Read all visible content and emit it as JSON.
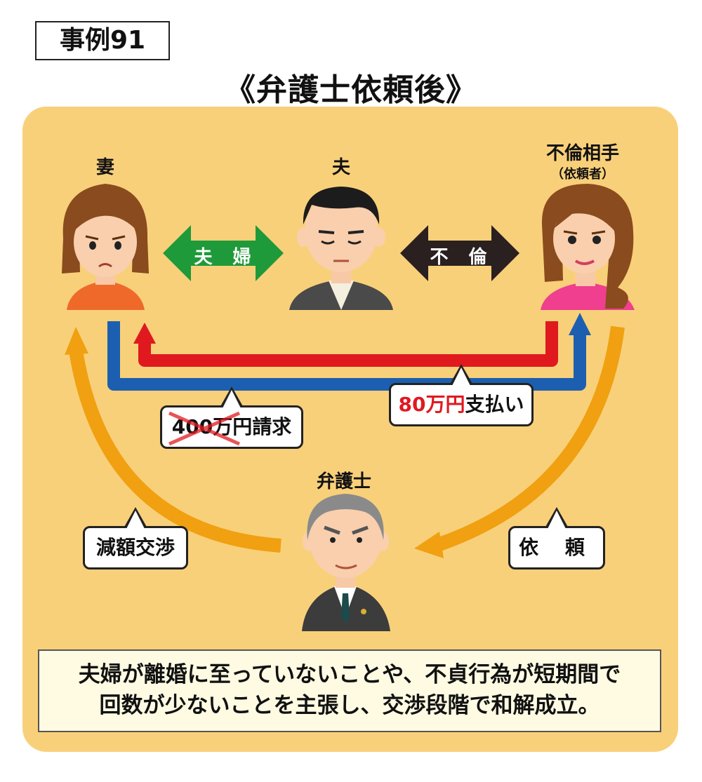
{
  "case_label": "事例91",
  "title": "《弁護士依頼後》",
  "people": {
    "wife": "妻",
    "husband": "夫",
    "partner": "不倫相手",
    "partner_note": "（依頼者）",
    "lawyer": "弁護士"
  },
  "arrows": {
    "couple": "夫 婦",
    "affair": "不 倫"
  },
  "bubbles": {
    "claim_amount": "400万円",
    "claim_suffix": "請求",
    "payment_amount": "80万円",
    "payment_suffix": "支払い",
    "negotiation": "減額交渉",
    "request": "依 頼"
  },
  "summary": {
    "line1": "夫婦が離婚に至っていないことや、不貞行為が短期間で",
    "line2": "回数が少ないことを主張し、交渉段階で和解成立。"
  },
  "colors": {
    "panel": "#f9d07a",
    "green": "#1f9a3a",
    "black": "#2a2020",
    "red": "#e0191f",
    "blue": "#1c5fb0",
    "orange": "#f0a010"
  }
}
